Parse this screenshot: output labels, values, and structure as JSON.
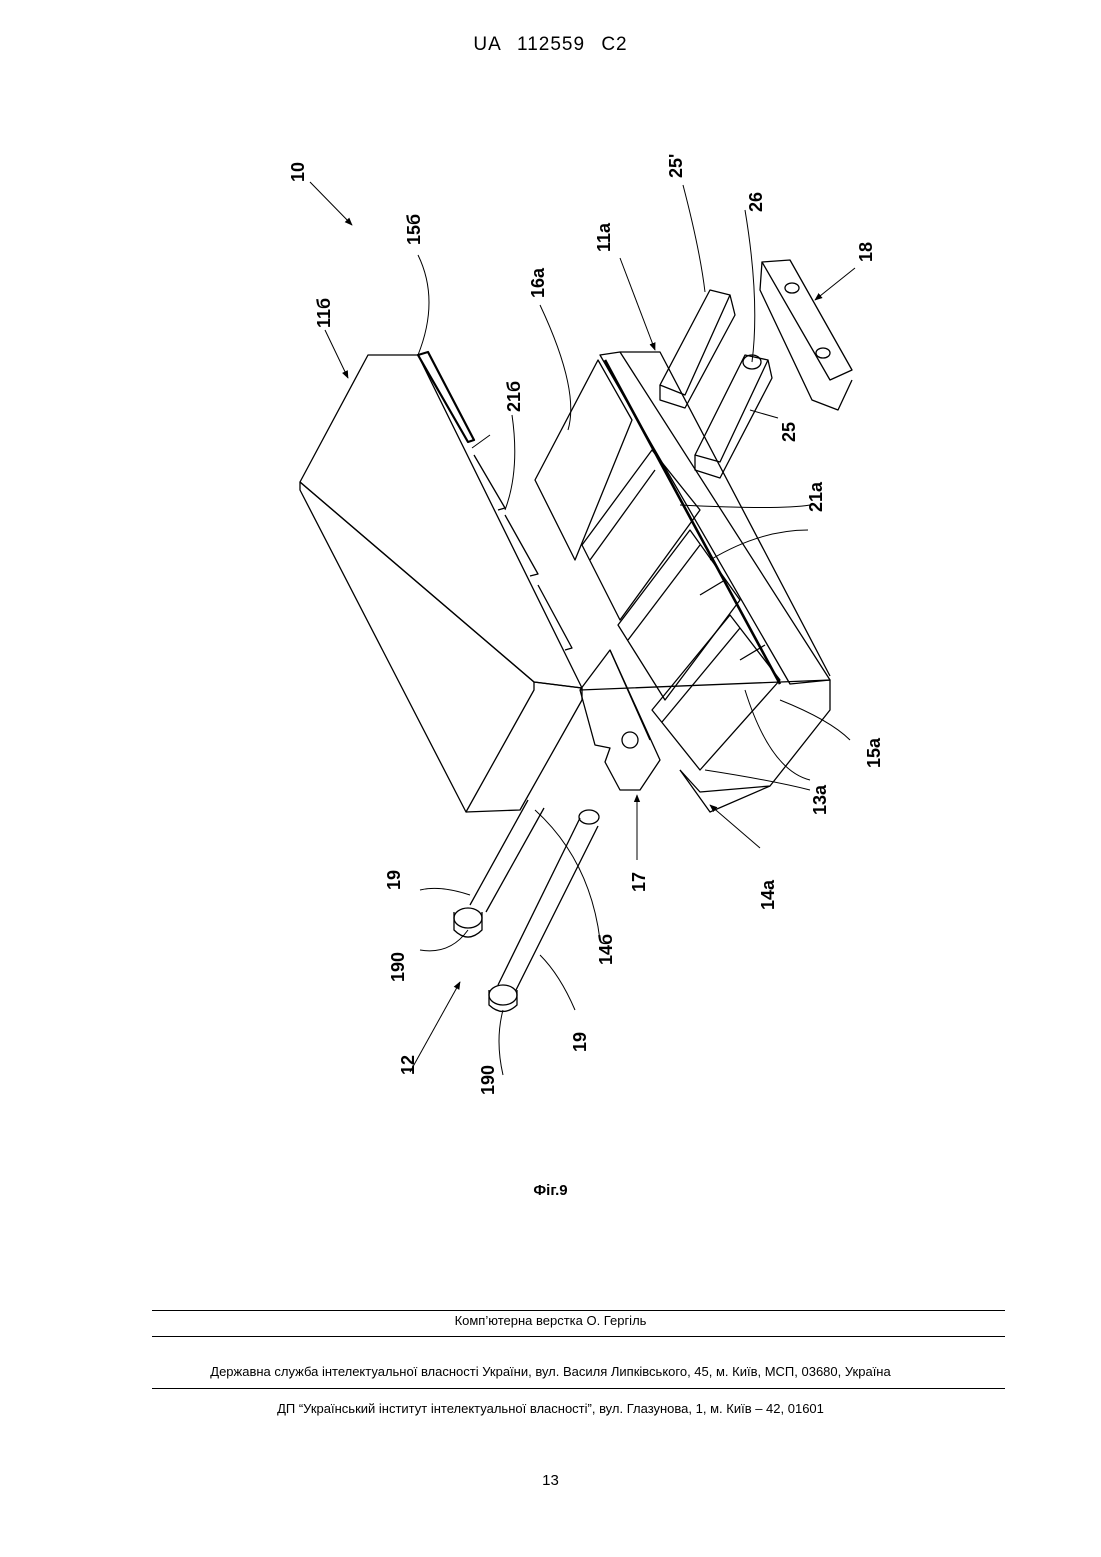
{
  "header": {
    "country": "UA",
    "number": "112559",
    "kind": "C2"
  },
  "figure": {
    "caption": "Фіг.9",
    "labels": {
      "l10": "10",
      "l11b": "11б",
      "l15b": "15б",
      "l16a": "16а",
      "l11a": "11а",
      "l25p": "25'",
      "l26": "26",
      "l18": "18",
      "l21b": "21б",
      "l25": "25",
      "l21a": "21а",
      "l15a": "15а",
      "l13a": "13а",
      "l14a": "14а",
      "l17": "17",
      "l14b": "14б",
      "l19a": "19",
      "l190a": "190",
      "l12": "12",
      "l190b": "190",
      "l19b": "19"
    }
  },
  "footer": {
    "layout_credit": "Комп’ютерна верстка О. Гергіль",
    "agency": "Державна служба інтелектуальної власності України, вул. Василя Липківського, 45, м. Київ, МСП, 03680, Україна",
    "institute": "ДП “Український інститут інтелектуальної власності”, вул. Глазунова, 1, м. Київ – 42, 01601"
  },
  "page_number": "13"
}
